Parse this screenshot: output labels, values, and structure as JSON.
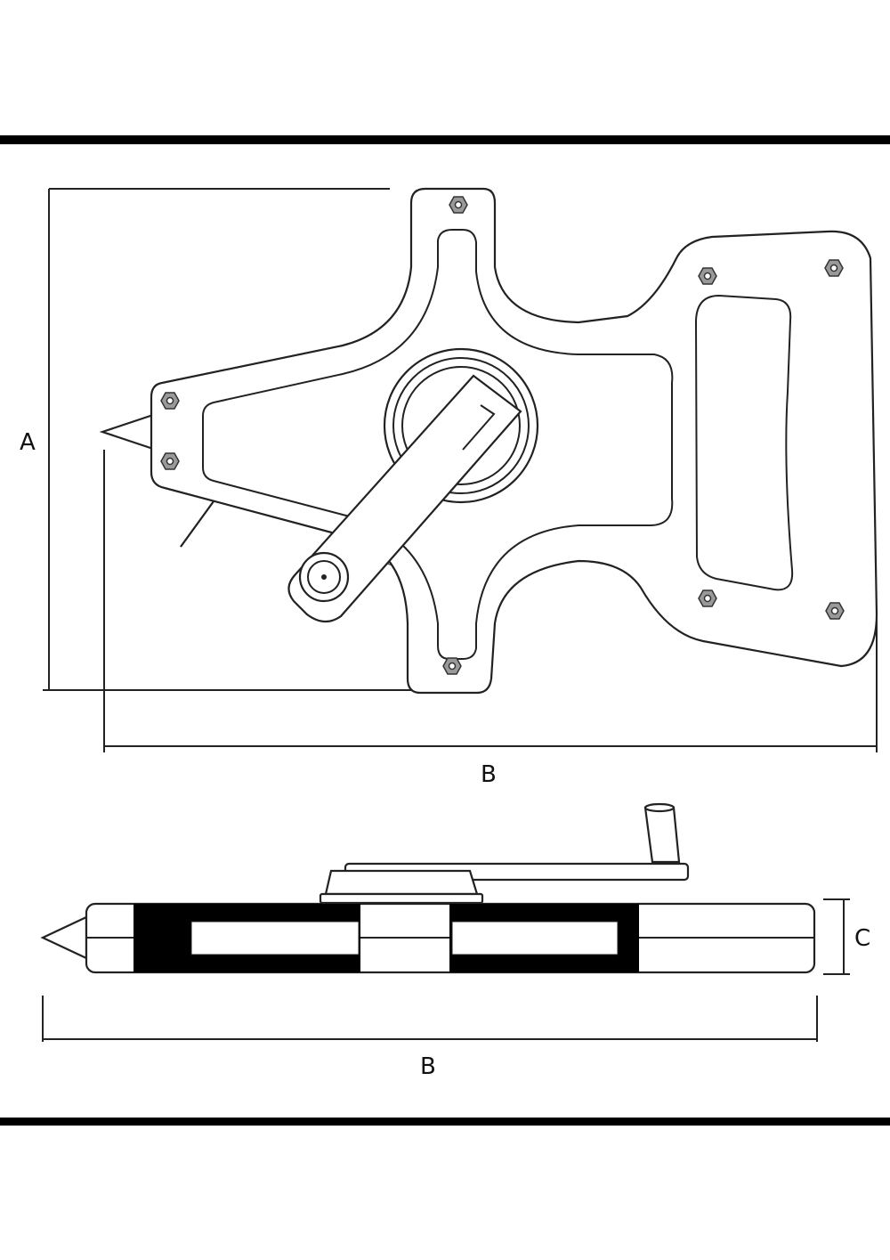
{
  "drawing": {
    "top_view": {
      "dimension_height_label": "A",
      "dimension_width_label": "B"
    },
    "side_view": {
      "dimension_thickness_label": "C",
      "dimension_width_label": "B"
    }
  },
  "colors": {
    "line": "#222222",
    "fill_dark": "#000000",
    "background": "#ffffff"
  }
}
